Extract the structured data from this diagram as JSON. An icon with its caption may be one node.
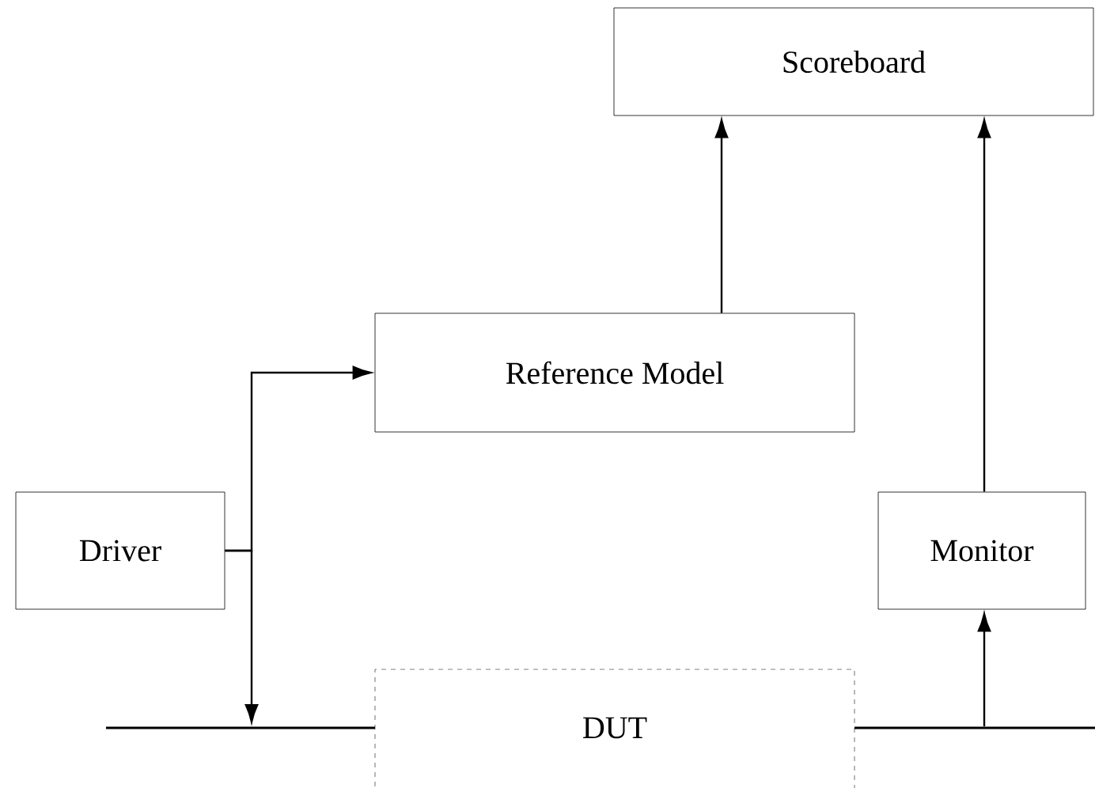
{
  "diagram": {
    "nodes": [
      {
        "text": [
          "Scoreboard"
        ]
      },
      {
        "text": [
          "Reference Model"
        ]
      },
      {
        "text": [
          "Driver"
        ]
      },
      {
        "text": [
          "Monitor"
        ]
      },
      {
        "text": [
          "DUT"
        ]
      },
      {
        "text": [],
        "shape": "line"
      },
      {
        "text": [],
        "shape": "line"
      }
    ],
    "edges": [
      {
        "from": 2,
        "to": 1,
        "arrow": "to"
      },
      {
        "from": 2,
        "to": 5,
        "arrow": "to"
      },
      {
        "from": 6,
        "to": 3,
        "arrow": "to"
      },
      {
        "from": 1,
        "to": 0,
        "arrow": "to"
      },
      {
        "from": 3,
        "to": 0,
        "arrow": "to"
      }
    ]
  }
}
